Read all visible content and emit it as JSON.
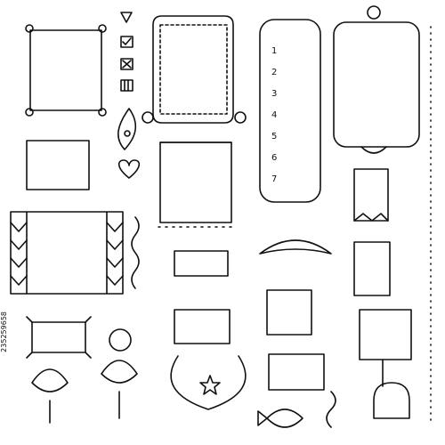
{
  "colors": {
    "ink": "#111111",
    "paper": "#ffffff"
  },
  "list_numbers": [
    "1",
    "2",
    "3",
    "4",
    "5",
    "6",
    "7"
  ],
  "checkbox_icons": [
    "triangle-icon",
    "checkmark-box-icon",
    "cross-box-icon",
    "striped-box-icon"
  ],
  "watermark": {
    "id": "235259658"
  }
}
